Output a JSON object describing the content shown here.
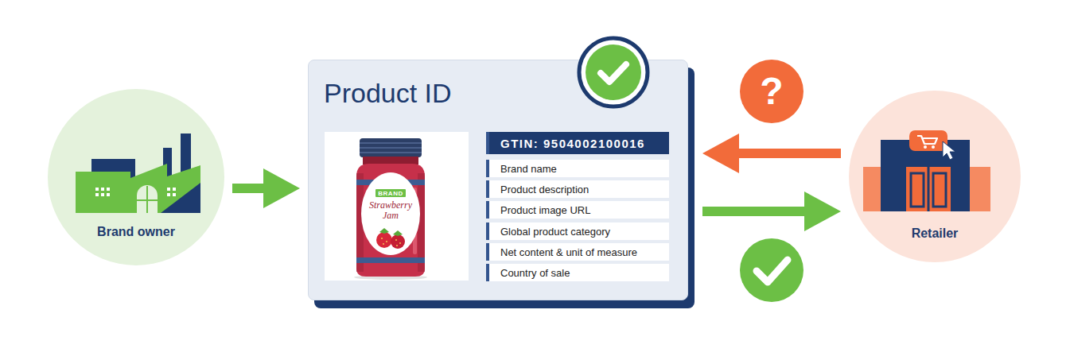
{
  "diagram": {
    "nodes": [
      {
        "text": [
          "Brand owner"
        ]
      },
      {
        "text": [
          "Product ID"
        ]
      },
      {
        "text": [
          "GTIN: 9504002100016"
        ],
        "in": 1
      },
      {
        "text": [
          "Brand name"
        ],
        "in": 1
      },
      {
        "text": [
          "Product description"
        ],
        "in": 1
      },
      {
        "text": [
          "Product image URL"
        ],
        "in": 1
      },
      {
        "text": [
          "Global product category"
        ],
        "in": 1
      },
      {
        "text": [
          "Net content & unit of measure"
        ],
        "in": 1
      },
      {
        "text": [
          "Country of sale"
        ],
        "in": 1
      },
      {
        "text": [
          "Retailer"
        ]
      }
    ],
    "edges": [
      {
        "from": 0,
        "to": 1,
        "arrow": "to"
      },
      {
        "from": 9,
        "to": 1,
        "arrow": "to"
      },
      {
        "from": 1,
        "to": 9,
        "arrow": "to"
      }
    ],
    "labels": [
      "BRAND",
      "Strawberry Jam",
      "?"
    ]
  }
}
